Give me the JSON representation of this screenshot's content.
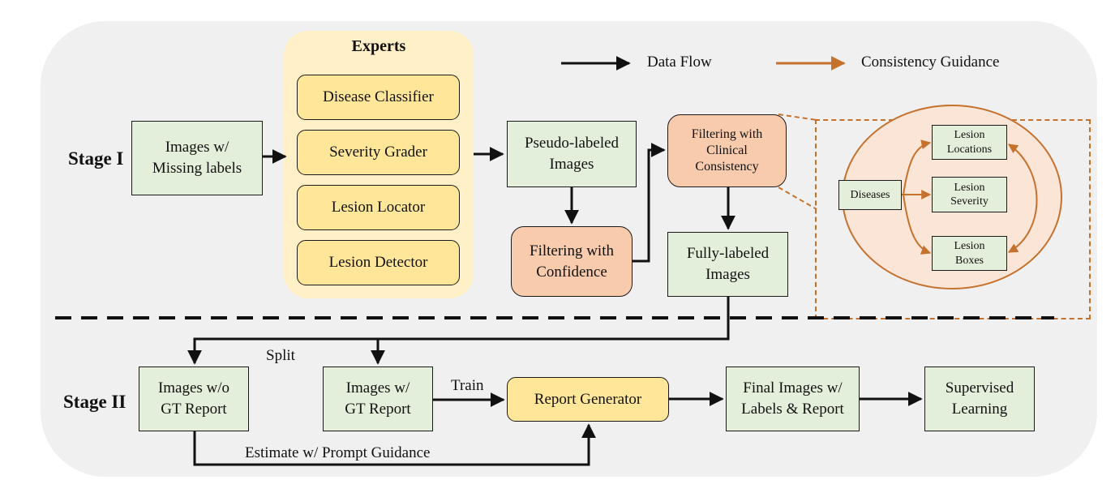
{
  "legend": {
    "data_flow": "Data Flow",
    "consistency_guidance": "Consistency Guidance"
  },
  "stages": {
    "stage1": "Stage I",
    "stage2": "Stage II"
  },
  "experts": {
    "title": "Experts",
    "items": [
      "Disease Classifier",
      "Severity Grader",
      "Lesion Locator",
      "Lesion Detector"
    ]
  },
  "stage1_nodes": {
    "images_missing": "Images w/\nMissing labels",
    "pseudo_labeled": "Pseudo-labeled\nImages",
    "filter_confidence": "Filtering with\nConfidence",
    "filter_clinical": "Filtering with\nClinical\nConsistency",
    "fully_labeled": "Fully-labeled\nImages"
  },
  "consistency_detail": {
    "diseases": "Diseases",
    "lesion_locations": "Lesion\nLocations",
    "lesion_severity": "Lesion\nSeverity",
    "lesion_boxes": "Lesion\nBoxes"
  },
  "stage2_nodes": {
    "images_wo_gt": "Images w/o\nGT Report",
    "images_w_gt": "Images w/\nGT Report",
    "report_generator": "Report Generator",
    "final_images": "Final Images w/\nLabels & Report",
    "supervised": "Supervised\nLearning"
  },
  "edge_labels": {
    "split": "Split",
    "train": "Train",
    "estimate": "Estimate w/ Prompt Guidance"
  },
  "colors": {
    "green_box": "#e4efdb",
    "yellow_box": "#ffe699",
    "salmon_box": "#f8cbad",
    "experts_panel": "#fff0c8",
    "consistency_arrow": "#c5722f",
    "background_panel": "#f0f0f0"
  }
}
